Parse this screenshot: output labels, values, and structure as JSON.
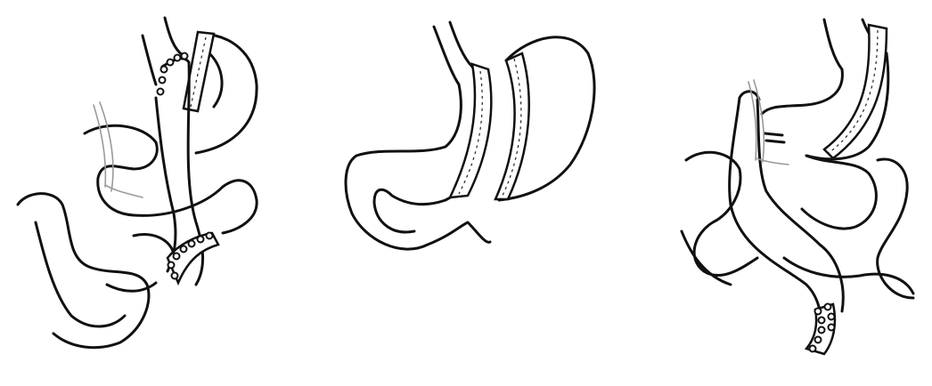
{
  "figure": {
    "panels": [
      {
        "label": "",
        "procedure_icon": "roux-en-y-gastric-bypass-drawing"
      },
      {
        "label": "",
        "procedure_icon": "sleeve-gastrectomy-drawing"
      },
      {
        "label": "",
        "procedure_icon": "sleeve-with-bypass-drawing"
      }
    ],
    "colors": {
      "ink": "#111111",
      "suture": "#9a9a9a",
      "background": "#ffffff"
    }
  }
}
